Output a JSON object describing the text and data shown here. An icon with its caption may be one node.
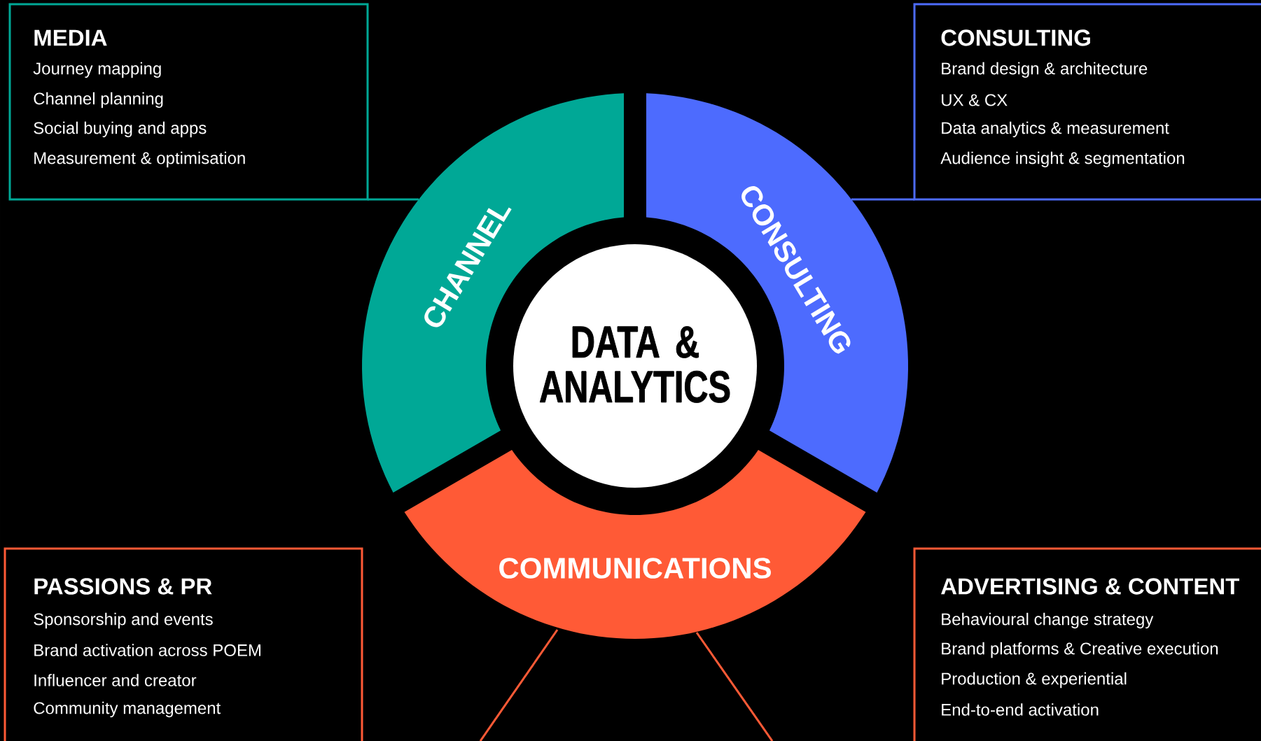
{
  "diagram": {
    "nodes": [
      {
        "text": [
          "MEDIA",
          "Journey mapping",
          "Channel planning",
          "Social buying and apps",
          "Measurement & optimisation"
        ]
      },
      {
        "text": [
          "CONSULTING",
          "Brand design & architecture",
          "UX & CX",
          "Data analytics & measurement",
          "Audience insight & segmentation"
        ]
      },
      {
        "text": [
          "CHANNEL"
        ]
      },
      {
        "text": [
          "CONSULTING"
        ]
      },
      {
        "text": [
          "DATA & ANALYTICS"
        ]
      },
      {
        "text": [
          "COMMUNICATIONS"
        ]
      },
      {
        "text": [
          "PASSIONS & PR",
          "Sponsorship and events",
          "Brand activation across POEM",
          "Influencer and creator",
          "Community management"
        ]
      },
      {
        "text": [
          "ADVERTISING & CONTENT",
          "Behavioural change strategy",
          "Brand platforms & Creative execution",
          "Production & experiential",
          "End-to-end activation"
        ]
      }
    ],
    "edges": [
      {
        "from": 0,
        "to": 2,
        "arrow": "none",
        "color": "#00a896"
      },
      {
        "from": 3,
        "to": 1,
        "arrow": "none",
        "color": "#4d6bfe"
      },
      {
        "from": 5,
        "to": null,
        "arrow": "none",
        "color": "#ff5a36"
      },
      {
        "from": 5,
        "to": null,
        "arrow": "none",
        "color": "#ff5a36"
      }
    ]
  }
}
